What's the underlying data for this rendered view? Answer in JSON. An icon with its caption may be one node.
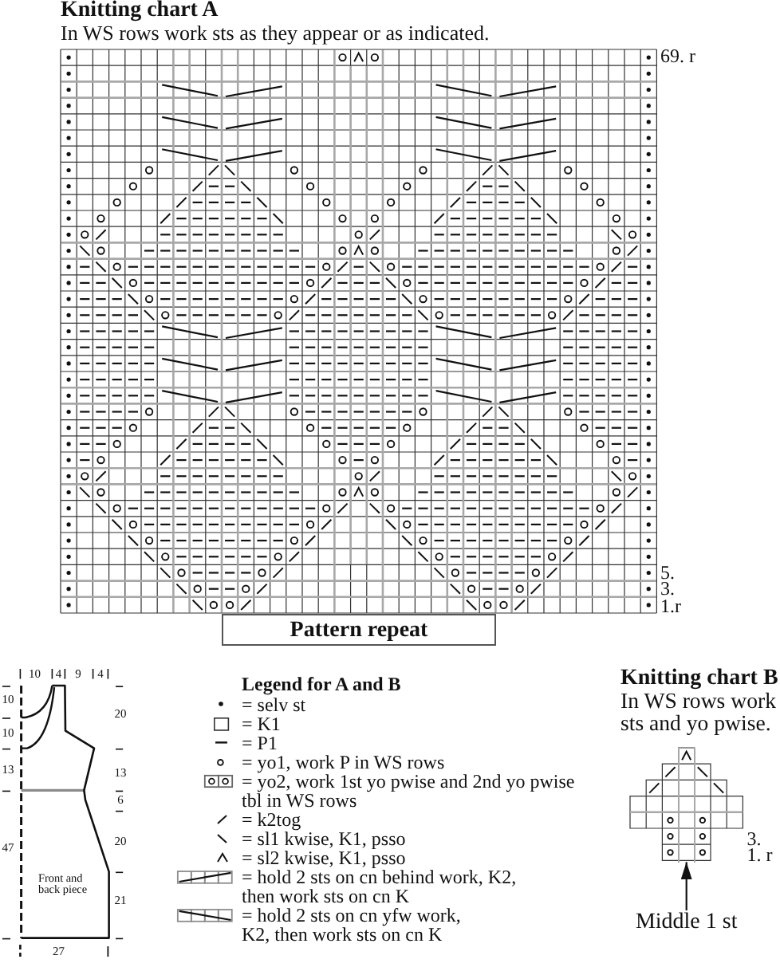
{
  "diagram": {
    "nodes": [
      {
        "text": [
          "Pattern repeat"
        ]
      },
      {
        "text": [
          "Front and back piece"
        ]
      },
      {
        "text": [
          "Middle 1 st"
        ]
      },
      {
        "text": [],
        "shape": "bar"
      }
    ],
    "edges": [
      {
        "from": 2,
        "to": 3,
        "arrow": "to"
      }
    ],
    "labels": [
      "Knitting chart A",
      "In WS rows work sts as they appear or as indicated.",
      "69. r",
      "5.",
      "3.",
      "1.r",
      "10",
      "4",
      "9",
      "4",
      "10",
      "10",
      "13",
      "47",
      "20",
      "13",
      "6",
      "20",
      "21",
      "27",
      "Legend for A and B",
      "Knitting chart B",
      "In WS rows work sts and yo pwise.",
      "3.",
      "1. r"
    ],
    "legend": [
      {
        "text": "= selv st"
      },
      {
        "text": "= K1"
      },
      {
        "text": "= P1"
      },
      {
        "text": "= yo1, work P in WS rows"
      },
      {
        "text": "= yo2, work 1st yo pwise and 2nd yo pwise tbl in WS rows"
      },
      {
        "text": "= k2tog"
      },
      {
        "text": "= sl1 kwise, K1, psso"
      },
      {
        "text": "= sl2 kwise, K1, psso"
      },
      {
        "text": "= hold 2 sts on cn behind work, K2, then work sts on cn K"
      },
      {
        "text": "= hold 2 sts on cn yfw work, K2, then work sts on cn K"
      }
    ]
  }
}
